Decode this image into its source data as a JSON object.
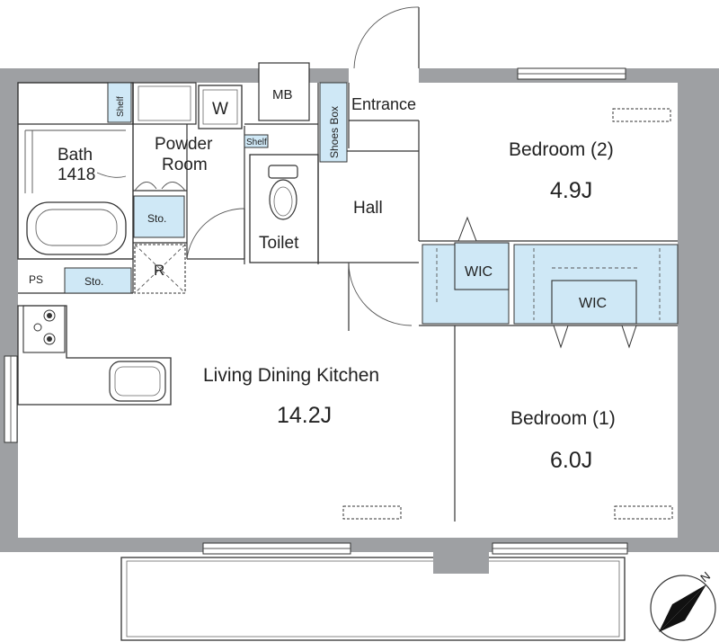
{
  "rooms": {
    "bath": "Bath",
    "bath_size": "1418",
    "powder_line1": "Powder",
    "powder_line2": "Room",
    "toilet": "Toilet",
    "hall": "Hall",
    "entrance": "Entrance",
    "mb": "MB",
    "w": "W",
    "shelf_left": "Shelf",
    "shelf_right": "Shelf",
    "shoes_box": "Shoes Box",
    "sto_upper": "Sto.",
    "sto_lower": "Sto.",
    "r": "R",
    "ps": "PS",
    "ldk": "Living Dining Kitchen",
    "ldk_size": "14.2J",
    "bedroom2": "Bedroom (2)",
    "bedroom2_size": "4.9J",
    "bedroom1": "Bedroom (1)",
    "bedroom1_size": "6.0J",
    "wic_left": "WIC",
    "wic_right": "WIC"
  },
  "compass": {
    "north": "N"
  },
  "colors": {
    "wall": "#9ea0a3",
    "storage": "#cfe8f6",
    "line": "#333333"
  }
}
